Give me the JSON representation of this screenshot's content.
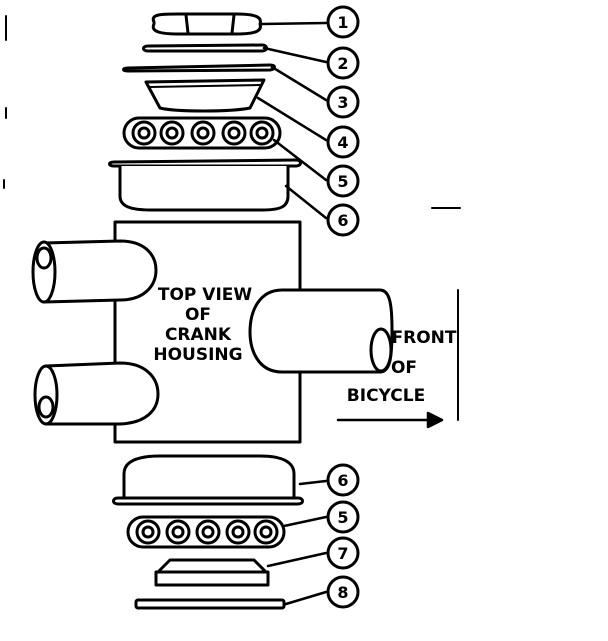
{
  "parts_top": [
    "1",
    "2",
    "3",
    "4",
    "5",
    "6"
  ],
  "parts_bottom": [
    "6",
    "5",
    "7",
    "8"
  ],
  "housing_label": [
    "TOP VIEW",
    "OF",
    "CRANK",
    "HOUSING"
  ],
  "direction_label": [
    "FRONT",
    "OF",
    "BICYCLE"
  ]
}
